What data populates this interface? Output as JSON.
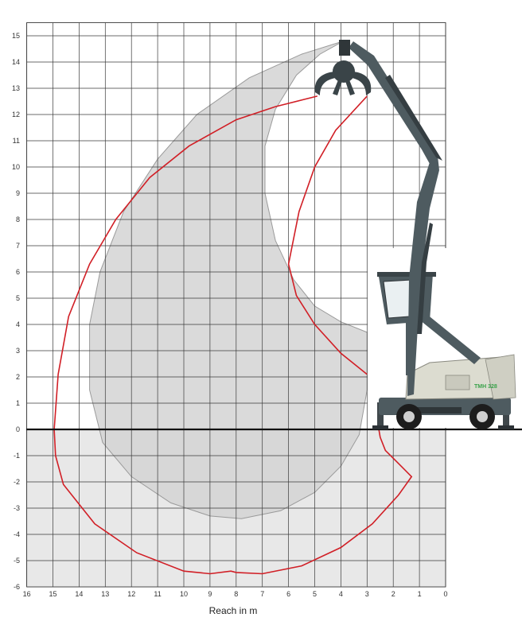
{
  "chart_data": {
    "type": "reach-diagram",
    "xlabel": "Reach in m",
    "x_ticks": [
      "16",
      "15",
      "14",
      "13",
      "12",
      "11",
      "10",
      "9",
      "8",
      "7",
      "6",
      "5",
      "4",
      "3",
      "2",
      "1",
      "0"
    ],
    "y_ticks": [
      "15",
      "14",
      "13",
      "12",
      "11",
      "10",
      "9",
      "8",
      "7",
      "6",
      "5",
      "4",
      "3",
      "2",
      "1",
      "0",
      "-1",
      "-2",
      "-3",
      "-4",
      "-5",
      "-6"
    ],
    "xlim": [
      16,
      0
    ],
    "ylim": [
      -6,
      15.5
    ],
    "grid": true,
    "series": [
      {
        "kind": "working-envelope",
        "color": "#d6d6d6",
        "points": [
          [
            3.9,
            14.8
          ],
          [
            5.5,
            14.3
          ],
          [
            7.5,
            13.4
          ],
          [
            9.5,
            12.0
          ],
          [
            11.0,
            10.3
          ],
          [
            12.3,
            8.3
          ],
          [
            13.2,
            6.0
          ],
          [
            13.6,
            4.0
          ],
          [
            13.6,
            1.5
          ],
          [
            13.1,
            -0.5
          ],
          [
            12.0,
            -1.8
          ],
          [
            10.5,
            -2.8
          ],
          [
            9.0,
            -3.3
          ],
          [
            7.8,
            -3.4
          ],
          [
            6.3,
            -3.1
          ],
          [
            5.0,
            -2.4
          ],
          [
            4.0,
            -1.4
          ],
          [
            3.3,
            -0.2
          ],
          [
            3.0,
            1.5
          ],
          [
            3.0,
            3.7
          ],
          [
            4.0,
            4.1
          ],
          [
            5.0,
            4.7
          ],
          [
            5.8,
            5.7
          ],
          [
            6.5,
            7.2
          ],
          [
            6.9,
            9.0
          ],
          [
            6.9,
            10.8
          ],
          [
            6.5,
            12.2
          ],
          [
            5.7,
            13.5
          ],
          [
            4.8,
            14.3
          ],
          [
            3.9,
            14.8
          ]
        ]
      },
      {
        "kind": "max-reach",
        "color": "#d11f26",
        "points": [
          [
            4.9,
            12.7
          ],
          [
            6.5,
            12.3
          ],
          [
            8.0,
            11.8
          ],
          [
            9.8,
            10.8
          ],
          [
            11.3,
            9.6
          ],
          [
            12.6,
            8.0
          ],
          [
            13.6,
            6.3
          ],
          [
            14.4,
            4.3
          ],
          [
            14.8,
            2.1
          ],
          [
            14.95,
            0.0
          ],
          [
            14.9,
            -1.0
          ],
          [
            14.6,
            -2.1
          ],
          [
            13.4,
            -3.6
          ],
          [
            11.8,
            -4.7
          ],
          [
            10.0,
            -5.4
          ],
          [
            9.0,
            -5.5
          ],
          [
            8.2,
            -5.4
          ],
          [
            8.0,
            -5.45
          ],
          [
            7.0,
            -5.5
          ],
          [
            5.5,
            -5.2
          ],
          [
            4.0,
            -4.5
          ],
          [
            2.8,
            -3.6
          ],
          [
            1.8,
            -2.5
          ],
          [
            1.3,
            -1.8
          ],
          [
            1.9,
            -1.2
          ],
          [
            2.3,
            -0.8
          ],
          [
            2.5,
            -0.3
          ],
          [
            2.55,
            0.0
          ]
        ]
      },
      {
        "kind": "min-reach",
        "color": "#d11f26",
        "points": [
          [
            3.0,
            12.7
          ],
          [
            4.2,
            11.4
          ],
          [
            5.0,
            10.0
          ],
          [
            5.6,
            8.3
          ],
          [
            6.0,
            6.3
          ],
          [
            5.7,
            5.1
          ],
          [
            5.0,
            4.0
          ],
          [
            4.0,
            2.9
          ],
          [
            3.0,
            2.1
          ]
        ]
      }
    ]
  },
  "machine": {
    "model_badge": "TMH 328",
    "body_color": "#dcdcd0",
    "boom_color": "#4e5b60",
    "accent_color": "#3aa24a"
  },
  "colors": {
    "grid": "#3a3a3a",
    "ground_fill": "#e6e6e6",
    "envelope_fill": "#d4d4d4",
    "envelope_stroke": "#9a9a9a",
    "reach_line": "#d11f26"
  }
}
